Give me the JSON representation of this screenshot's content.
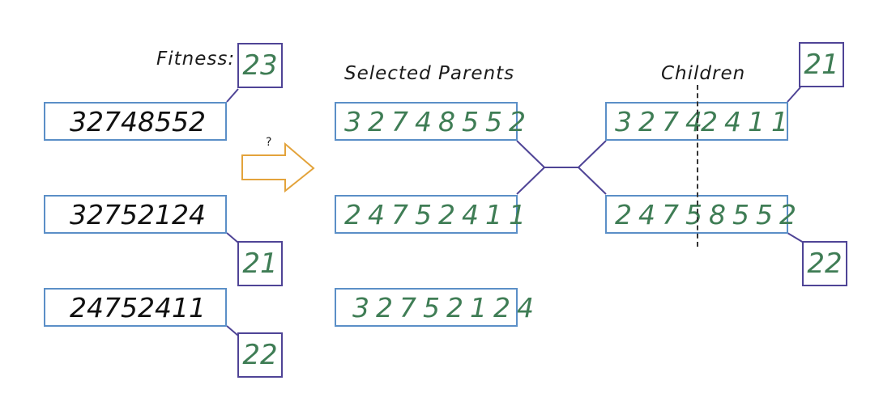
{
  "labels": {
    "fitness": "Fitness:",
    "selected_parents": "Selected Parents",
    "children": "Children",
    "question": "?"
  },
  "population": [
    {
      "genes": "32748552",
      "fitness": "23"
    },
    {
      "genes": "32752124",
      "fitness": "21"
    },
    {
      "genes": "24752411",
      "fitness": "22"
    }
  ],
  "selected_parents": [
    "32748552",
    "24752411",
    "32752124"
  ],
  "children": [
    {
      "left": "3274",
      "right": "2411",
      "fitness": "21"
    },
    {
      "left": "2475",
      "right": "8552",
      "fitness": "22"
    }
  ],
  "colors": {
    "box_border": "#5b8fc7",
    "fitness_border": "#4f4496",
    "green_text": "#3f7d55",
    "arrow": "#e3a33b"
  }
}
